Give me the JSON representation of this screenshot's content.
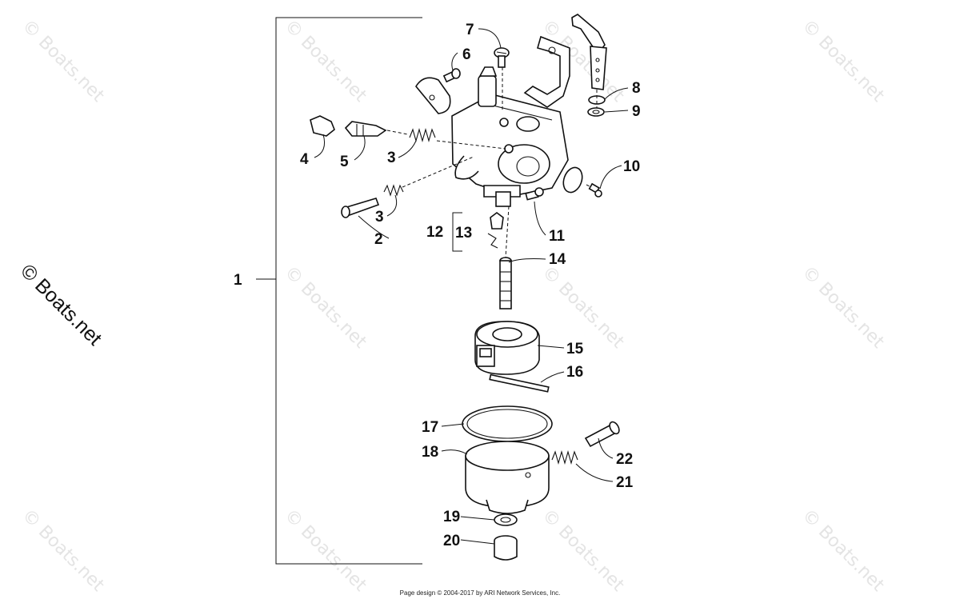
{
  "watermark": "© Boats.net",
  "footer": "Page design © 2004-2017 by ARI Network Services, Inc.",
  "callouts": {
    "c1": "1",
    "c2": "2",
    "c3a": "3",
    "c3b": "3",
    "c4": "4",
    "c5": "5",
    "c6": "6",
    "c7": "7",
    "c8": "8",
    "c9": "9",
    "c10": "10",
    "c11": "11",
    "c12": "12",
    "c13": "13",
    "c14": "14",
    "c15": "15",
    "c16": "16",
    "c17": "17",
    "c18": "18",
    "c19": "19",
    "c20": "20",
    "c21": "21",
    "c22": "22"
  }
}
